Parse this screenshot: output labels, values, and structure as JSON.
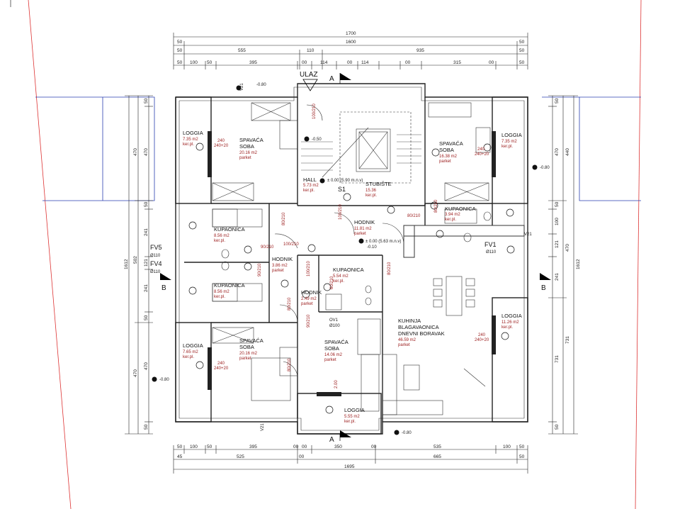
{
  "top_dims": {
    "total": "1700",
    "row2": [
      "50",
      "1600",
      "50"
    ],
    "row3": [
      "50",
      "555",
      "110",
      "935",
      "50"
    ],
    "row4": [
      "50",
      "100",
      "50",
      "395",
      "00",
      "114",
      "00",
      "114",
      "00",
      "315",
      "00",
      "50"
    ]
  },
  "bottom_dims": {
    "row1": [
      "50",
      "100",
      "50",
      "395",
      "00",
      "00",
      "350",
      "00",
      "535",
      "100",
      "50"
    ],
    "row2": [
      "45",
      "525",
      "00",
      "665",
      "50"
    ],
    "total": "1695"
  },
  "left_dims": {
    "outer": "1612",
    "mid": [
      "470",
      "502",
      "470"
    ],
    "inner": [
      "50",
      "470",
      "50",
      "241",
      "121",
      "241",
      "50",
      "470",
      "50"
    ]
  },
  "right_dims": {
    "outer": "1612",
    "mid": [
      "440",
      "470",
      "731"
    ],
    "inner": [
      "50",
      "470",
      "50",
      "100",
      "121",
      "241",
      "731",
      "50"
    ]
  },
  "labels": {
    "entrance": "ULAZ",
    "section_a": "A",
    "section_b": "B",
    "fv5": "FV5",
    "fv5_d": "Ø110",
    "fv4": "FV4",
    "fv4_d": "Ø110",
    "fv1": "FV1",
    "fv1_d": "Ø110",
    "ov1": "OV1",
    "ov1_d": "Ø100",
    "s1": "S1",
    "v21": "V21"
  },
  "levels": {
    "minus080": "-0.80",
    "hall": "± 0.00 (5.90 m.n.v)",
    "hodnik": "± 0.00 (5.63 m.n.v)",
    "hodnik_sub": "-0.10",
    "stair": "-0.50"
  },
  "rooms": {
    "loggia_tl": {
      "name": "LOGGIA",
      "area": "7.35 m2",
      "floor": "ker.pl."
    },
    "spavaca_tl": {
      "name": "SPAVAĆA",
      "name2": "SOBA",
      "area": "20.16 m2",
      "floor": "parket"
    },
    "hall": {
      "name": "HALL",
      "area": "5.73 m2",
      "floor": "ker.pl."
    },
    "stubiste": {
      "name": "STUBIŠTE",
      "area": "15.36",
      "floor": "ker.pl."
    },
    "spavaca_tr": {
      "name": "SPAVAĆA",
      "name2": "SOBA",
      "area": "16.38 m2",
      "floor": "parket"
    },
    "loggia_tr": {
      "name": "LOGGIA",
      "area": "7.35 m2",
      "floor": "ker.pl."
    },
    "kupaonica_l1": {
      "name": "KUPAONICA",
      "area": "8.56 m2",
      "floor": "ker.pl."
    },
    "hodnik_c": {
      "name": "HODNIK",
      "area": "11.81 m2",
      "floor": "parket"
    },
    "kupaonica_r": {
      "name": "KUPAONICA",
      "area": "3.94 m2",
      "floor": "ker.pl."
    },
    "hodnik_l": {
      "name": "HODNIK",
      "area": "3.86 m2",
      "floor": "parket"
    },
    "kupaonica_c": {
      "name": "KUPAONICA",
      "area": "5.54 m2",
      "floor": "ker.pl."
    },
    "kupaonica_l2": {
      "name": "KUPAONICA",
      "area": "8.56 m2",
      "floor": "ker.pl."
    },
    "hodnik_s": {
      "name": "HODNIK",
      "area": "2.49 m2",
      "floor": "parket"
    },
    "loggia_ml": {
      "name": "LOGGIA",
      "area": "11.26 m2",
      "floor": "ker.pl."
    },
    "kuhinja": {
      "name": "KUHINJA",
      "name2": "BLAGAVAONICA",
      "name3": "DNEVNI BORAVAK",
      "area": "46.59 m2",
      "floor": "parket"
    },
    "loggia_bl": {
      "name": "LOGGIA",
      "area": "7.65 m2",
      "floor": "ker.pl."
    },
    "spavaca_bl": {
      "name": "SPAVAĆA",
      "name2": "SOBA",
      "area": "20.16 m2",
      "floor": "parket"
    },
    "spavaca_bc": {
      "name": "SPAVAĆA",
      "name2": "SOBA",
      "area": "14.06 m2",
      "floor": "parket"
    },
    "loggia_bc": {
      "name": "LOGGIA",
      "area": "5.55 m2",
      "floor": "ker.pl."
    }
  },
  "doors": {
    "d80_210": "80/210",
    "d100_210": "100/210",
    "d90_210": "90/210",
    "d60_210": "60/210",
    "win_240": "240",
    "win_240_20": "240+20",
    "win_200": "2.00"
  }
}
